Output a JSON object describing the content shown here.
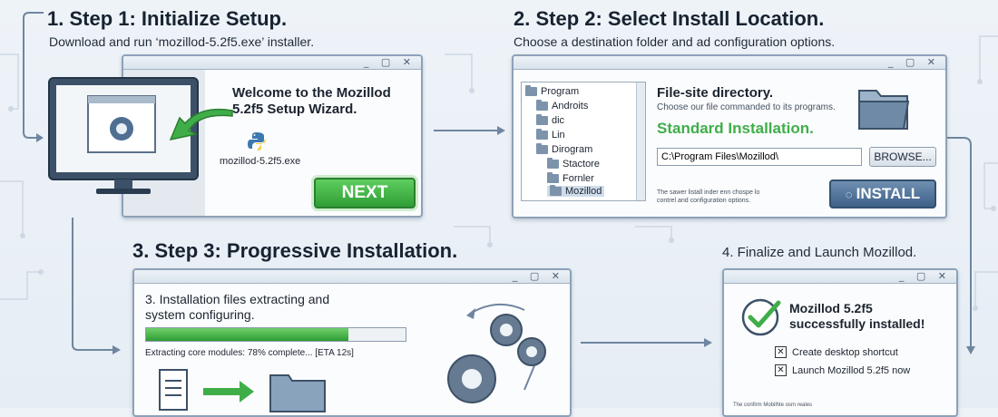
{
  "colors": {
    "accent_green": "#2f9d36",
    "accent_blue": "#3e6188",
    "arrow": "#6f86a0"
  },
  "step1": {
    "title": "1. Step 1: Initialize Setup.",
    "subtitle": "Download and run ‘mozillod-5.2f5.exe’ installer.",
    "welcome": "Welcome to the Mozillod 5.2f5 Setup Wizard.",
    "file_name": "mozillod-5.2f5.exe",
    "next_label": "NEXT"
  },
  "step2": {
    "title": "2. Step 2: Select Install Location.",
    "subtitle": "Choose a destination folder and ad configuration options.",
    "tree": [
      "Program",
      "Androits",
      "dic",
      "Lin",
      "Dirogram",
      "Stactore",
      "Fornler",
      "Mozillod"
    ],
    "heading": "File-site directory.",
    "description": "Choose our file commanded to its programs.",
    "install_type": "Standard Installation.",
    "path": "C:\\Program Files\\Mozillod\\",
    "browse_label": "BROWSE...",
    "footnote": "The sawer listall inder enn chospe lo contrel and configuration options.",
    "install_label": "INSTALL"
  },
  "step3": {
    "title": "3. Step 3: Progressive Installation.",
    "status": "3. Installation files extracting and system configuring.",
    "progress": 0.78,
    "progress_text": "Extracting core modules: 78% complete... [ETA 12s]"
  },
  "step4": {
    "title": "4. Finalize and Launch Mozillod.",
    "success": "Mozillod 5.2f5 successfully installed!",
    "option1": "Create desktop shortcut",
    "option2": "Launch Mozillod 5.2f5 now",
    "footnote": "The confirm Mobilhte osm reales"
  }
}
